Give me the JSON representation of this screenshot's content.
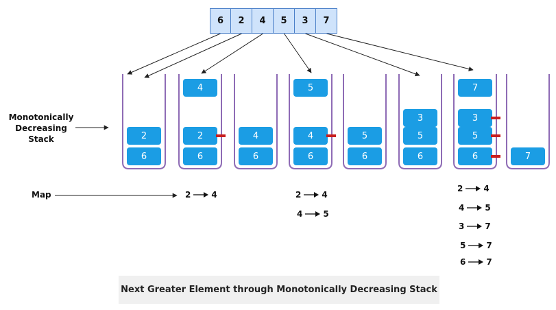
{
  "input_array": [
    "6",
    "2",
    "4",
    "5",
    "3",
    "7"
  ],
  "stack_label": "Monotonically Decreasing Stack",
  "map_label": "Map",
  "stacks": [
    {
      "pending": null,
      "items": [
        "2",
        "6"
      ],
      "popped": []
    },
    {
      "pending": "4",
      "items": [
        "2",
        "6"
      ],
      "popped": [
        "2"
      ]
    },
    {
      "pending": null,
      "items": [
        "4",
        "6"
      ],
      "popped": []
    },
    {
      "pending": "5",
      "items": [
        "4",
        "6"
      ],
      "popped": [
        "4"
      ]
    },
    {
      "pending": null,
      "items": [
        "5",
        "6"
      ],
      "popped": []
    },
    {
      "pending": null,
      "items": [
        "3",
        "5",
        "6"
      ],
      "popped": []
    },
    {
      "pending": "7",
      "items": [
        "3",
        "5",
        "6"
      ],
      "popped": [
        "3",
        "5",
        "6"
      ]
    },
    {
      "pending": null,
      "items": [
        "7"
      ],
      "popped": []
    }
  ],
  "maps": [
    {
      "stack": 2,
      "entries": [
        {
          "from": "2",
          "to": "4"
        }
      ]
    },
    {
      "stack": 4,
      "entries": [
        {
          "from": "2",
          "to": "4"
        },
        {
          "from": "4",
          "to": "5"
        }
      ]
    },
    {
      "stack": 7,
      "entries": [
        {
          "from": "2",
          "to": "4"
        },
        {
          "from": "4",
          "to": "5"
        },
        {
          "from": "3",
          "to": "7"
        },
        {
          "from": "5",
          "to": "7"
        },
        {
          "from": "6",
          "to": "7"
        }
      ]
    }
  ],
  "caption": "Next Greater Element through Monotonically Decreasing Stack",
  "colors": {
    "box_fill": "#1b9de4",
    "array_fill": "#cfe3fb",
    "array_border": "#4a7fc8",
    "stack_outline": "#8e6bb5",
    "pop_marker": "#c81e1e",
    "caption_bg": "#f0f0f0"
  }
}
